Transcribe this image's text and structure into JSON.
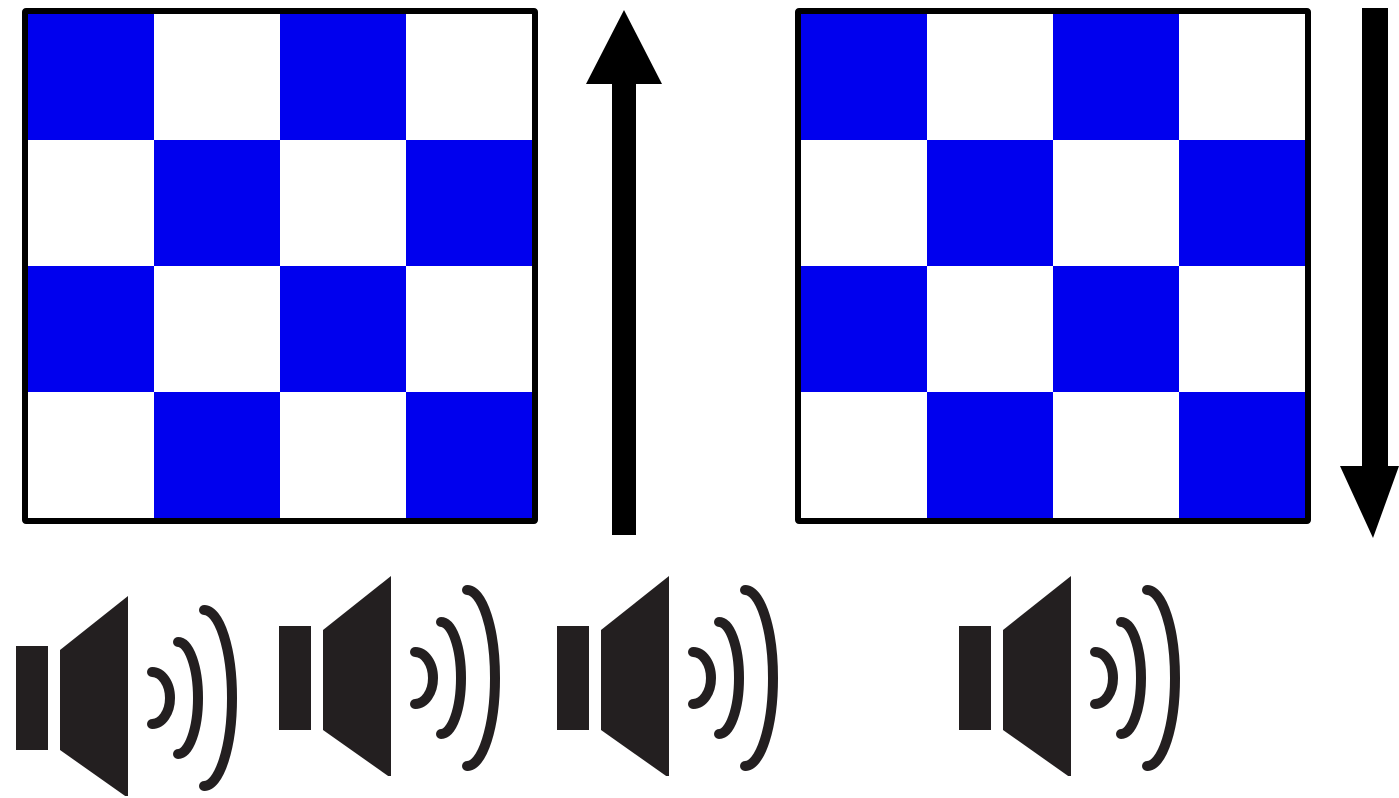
{
  "colors": {
    "board_primary": "#0000ee",
    "board_secondary": "#ffffff",
    "border": "#000000",
    "icon": "#231f20"
  },
  "boards": [
    {
      "id": "left",
      "rows": 4,
      "cols": 4,
      "first_cell": "blue"
    },
    {
      "id": "right",
      "rows": 4,
      "cols": 4,
      "first_cell": "blue"
    }
  ],
  "arrows": [
    {
      "id": "up",
      "direction": "up",
      "icon": "arrow-up-icon"
    },
    {
      "id": "down",
      "direction": "down",
      "icon": "arrow-down-icon"
    }
  ],
  "speakers": {
    "icon": "speaker-volume-icon",
    "count": 4
  }
}
